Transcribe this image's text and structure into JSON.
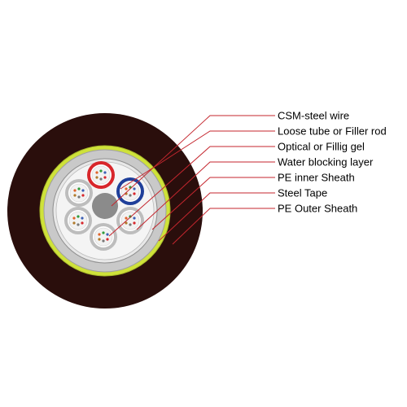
{
  "labels": {
    "csm_steel_wire": "CSM-steel wire",
    "loose_tube_or_filler_rod": "Loose tube or Filler rod",
    "optical_or_fillig_gel": "Optical or Fillig gel",
    "water_blocking_layer": "Water blocking layer",
    "pe_inner_sheath": "PE inner Sheath",
    "steel_tape": "Steel Tape",
    "pe_outer_sheath": "PE Outer Sheath"
  },
  "colors": {
    "outer_sheath": "#2a0e0c",
    "steel_tape": "#cfe23a",
    "inner_sheath": "#c9c9c9",
    "core_background": "#f4f4f4",
    "central_member": "#8b8b8b",
    "tube_red": "#d8262b",
    "tube_blue": "#1f3f9a",
    "tube_natural": "#bdbdbd",
    "leader_line": "#c4262e"
  }
}
